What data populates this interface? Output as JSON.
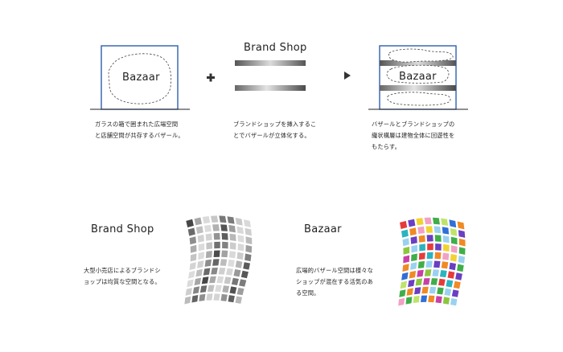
{
  "diagram1": {
    "box_label": "Bazaar",
    "caption": [
      "ガラスの箱で囲まれた広場空間",
      "と店舗空間が共存するバザール。"
    ]
  },
  "diagram2": {
    "title": "Brand Shop",
    "caption": [
      "ブランドショップを挿入するこ",
      "とでバザールが立体化する。"
    ]
  },
  "diagram3": {
    "box_label": "Bazaar",
    "caption": [
      "バザールとブランドショップの",
      "織状構層は建物全体に回遊性を",
      "もたらす。"
    ]
  },
  "brand_shop": {
    "title": "Brand Shop",
    "caption": [
      "大型小売店によるブランドシ",
      "ョップは均質な空間となる。"
    ]
  },
  "bazaar": {
    "title": "Bazaar",
    "caption": [
      "広場的バザール空間は様々な",
      "ショップが混在する活気のあ",
      "る空間。"
    ]
  },
  "symbols": {
    "plus": "+",
    "arrow": "▶"
  },
  "colors": {
    "frame_blue": "#2f5fae",
    "bar_dark": "#555555",
    "bar_light": "#dddddd",
    "grid_palette": [
      "#e63b3b",
      "#f08a24",
      "#f2d22e",
      "#8cc63f",
      "#3fae49",
      "#2bb3c0",
      "#2f6fd6",
      "#6a3fc2",
      "#c93fa8",
      "#f2a0c4",
      "#9ad1f0",
      "#bfe36a"
    ]
  }
}
